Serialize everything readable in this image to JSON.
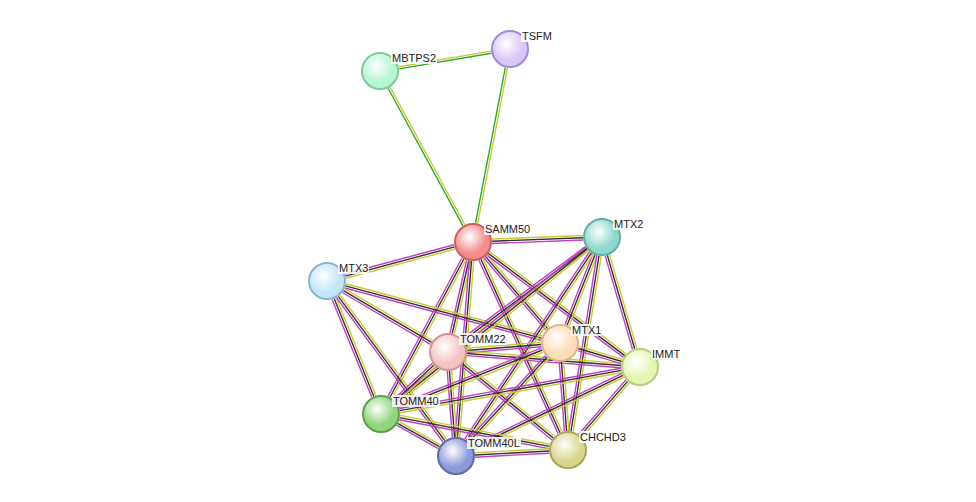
{
  "diagram": {
    "nodes": [
      {
        "text": [
          "MBTPS2"
        ]
      },
      {
        "text": [
          "TSFM"
        ]
      },
      {
        "text": [
          "SAMM50"
        ]
      },
      {
        "text": [
          "MTX2"
        ]
      },
      {
        "text": [
          "MTX3"
        ]
      },
      {
        "text": [
          "TOMM22"
        ]
      },
      {
        "text": [
          "MTX1"
        ]
      },
      {
        "text": [
          "IMMT"
        ]
      },
      {
        "text": [
          "TOMM40"
        ]
      },
      {
        "text": [
          "TOMM40L"
        ]
      },
      {
        "text": [
          "CHCHD3"
        ]
      }
    ],
    "edges": [
      {
        "from": 0,
        "to": 1,
        "arrow": "none"
      },
      {
        "from": 0,
        "to": 2,
        "arrow": "none"
      },
      {
        "from": 1,
        "to": 2,
        "arrow": "none"
      },
      {
        "from": 2,
        "to": 3,
        "arrow": "none"
      },
      {
        "from": 2,
        "to": 4,
        "arrow": "none"
      },
      {
        "from": 2,
        "to": 5,
        "arrow": "none"
      },
      {
        "from": 2,
        "to": 6,
        "arrow": "none"
      },
      {
        "from": 2,
        "to": 7,
        "arrow": "none"
      },
      {
        "from": 2,
        "to": 8,
        "arrow": "none"
      },
      {
        "from": 2,
        "to": 9,
        "arrow": "none"
      },
      {
        "from": 2,
        "to": 10,
        "arrow": "none"
      },
      {
        "from": 4,
        "to": 5,
        "arrow": "none"
      },
      {
        "from": 4,
        "to": 6,
        "arrow": "none"
      },
      {
        "from": 4,
        "to": 8,
        "arrow": "none"
      },
      {
        "from": 4,
        "to": 9,
        "arrow": "none"
      },
      {
        "from": 3,
        "to": 5,
        "arrow": "none"
      },
      {
        "from": 3,
        "to": 6,
        "arrow": "none"
      },
      {
        "from": 3,
        "to": 7,
        "arrow": "none"
      },
      {
        "from": 3,
        "to": 8,
        "arrow": "none"
      },
      {
        "from": 3,
        "to": 9,
        "arrow": "none"
      },
      {
        "from": 3,
        "to": 10,
        "arrow": "none"
      },
      {
        "from": 5,
        "to": 6,
        "arrow": "none"
      },
      {
        "from": 5,
        "to": 7,
        "arrow": "none"
      },
      {
        "from": 5,
        "to": 8,
        "arrow": "none"
      },
      {
        "from": 5,
        "to": 9,
        "arrow": "none"
      },
      {
        "from": 5,
        "to": 10,
        "arrow": "none"
      },
      {
        "from": 6,
        "to": 7,
        "arrow": "none"
      },
      {
        "from": 6,
        "to": 8,
        "arrow": "none"
      },
      {
        "from": 6,
        "to": 9,
        "arrow": "none"
      },
      {
        "from": 6,
        "to": 10,
        "arrow": "none"
      },
      {
        "from": 7,
        "to": 8,
        "arrow": "none"
      },
      {
        "from": 7,
        "to": 9,
        "arrow": "none"
      },
      {
        "from": 7,
        "to": 10,
        "arrow": "none"
      },
      {
        "from": 8,
        "to": 9,
        "arrow": "none"
      },
      {
        "from": 8,
        "to": 10,
        "arrow": "none"
      },
      {
        "from": 9,
        "to": 10,
        "arrow": "none"
      }
    ]
  }
}
